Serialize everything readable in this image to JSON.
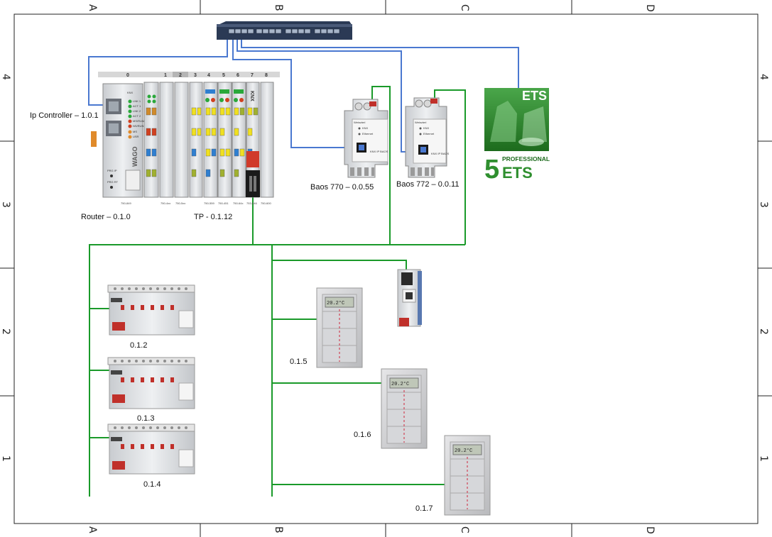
{
  "frame": {
    "columns": [
      "A",
      "B",
      "C",
      "D"
    ],
    "rows": [
      "4",
      "3",
      "2",
      "1"
    ]
  },
  "labels": {
    "ip_controller": "Ip Controller – 1.0.1",
    "router": "Router – 0.1.0",
    "tp": "TP -  0.1.12",
    "baos770": "Baos 770 – 0.0.55",
    "baos772": "Baos 772 – 0.0.11",
    "actuator_1": "0.1.2",
    "actuator_2": "0.1.3",
    "actuator_3": "0.1.4",
    "panel_1": "0.1.5",
    "panel_2": "0.1.6",
    "panel_3": "0.1.7"
  },
  "plc": {
    "slot_numbers": [
      "0",
      "1",
      "2",
      "3",
      "4",
      "5",
      "6",
      "7",
      "8"
    ],
    "coupler_status": [
      "LNK 1",
      "ACT 1",
      "LNK 2",
      "ACT 2",
      "MS/RUN",
      "NS/RUN"
    ],
    "coupler_leds": [
      "MS",
      "USR"
    ],
    "coupler_buttons": [
      "PRG IP",
      "PRG RT"
    ],
    "brand": "WAGO",
    "knx_mark": "KNX",
    "module_codes": [
      "750-849",
      "750-4xx",
      "750-5xx",
      "750-559",
      "750-451",
      "750-64x",
      "753-646",
      "750-600"
    ]
  },
  "baos": {
    "brand": "Weinzierl",
    "lines": [
      "KNX",
      "Ethernet"
    ],
    "model_770": "KNX IP BAOS",
    "model_772": "KNX IP BAOS"
  },
  "panel_display": "20.2°C",
  "ets": {
    "logo_top": "ETS",
    "logo_word": "PROFESSIONAL",
    "logo_number": "5",
    "logo_bottom": "ETS"
  },
  "colors": {
    "ethernet": "#4a78d0",
    "knx_bus": "#1a9a2a",
    "switch_body": "#2b3a55",
    "ets_green": "#2f8f2f"
  },
  "icons": [
    "network-switch-icon",
    "plc-icon",
    "baos-icon",
    "actuator-icon",
    "push-button-panel-icon",
    "usb-interface-icon",
    "ets-logo-icon"
  ]
}
